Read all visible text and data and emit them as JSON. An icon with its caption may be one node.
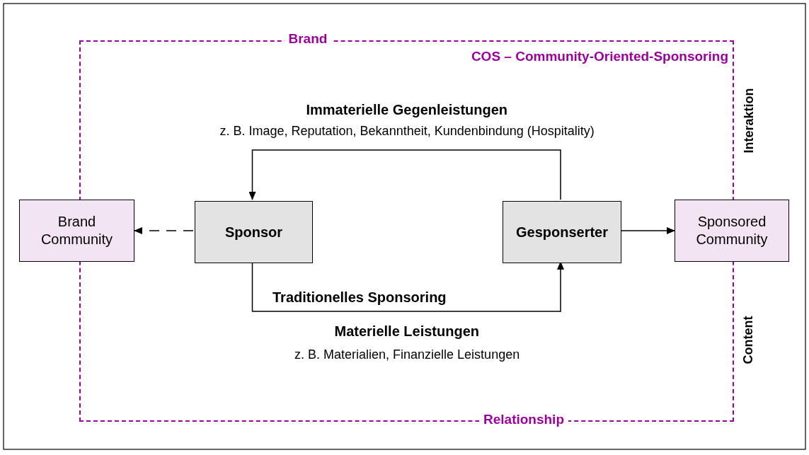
{
  "diagram": {
    "nodes": [
      {
        "text": [
          "COS – Community-Oriented-Sponsoring"
        ]
      },
      {
        "text": [
          "Brand Community"
        ]
      },
      {
        "text": [
          "Sponsor"
        ],
        "in": 0
      },
      {
        "text": [
          "Gesponserter"
        ],
        "in": 0
      },
      {
        "text": [
          "Sponsored Community"
        ]
      }
    ],
    "edges": [
      {
        "from": 3,
        "to": 2,
        "arrow": "to"
      },
      {
        "from": 2,
        "to": 3,
        "arrow": "to"
      },
      {
        "from": 2,
        "to": 1,
        "arrow": "to",
        "style": "dashed"
      },
      {
        "from": 3,
        "to": 4,
        "arrow": "to"
      }
    ],
    "labels": [
      "Brand",
      "Interaktion",
      "Immaterielle Gegenleistungen",
      "z. B. Image, Reputation, Bekanntheit, Kundenbindung (Hospitality)",
      "Traditionelles Sponsoring",
      "Materielle Leistungen",
      "z. B. Materialien, Finanzielle Leistungen",
      "Content",
      "Relationship"
    ]
  }
}
